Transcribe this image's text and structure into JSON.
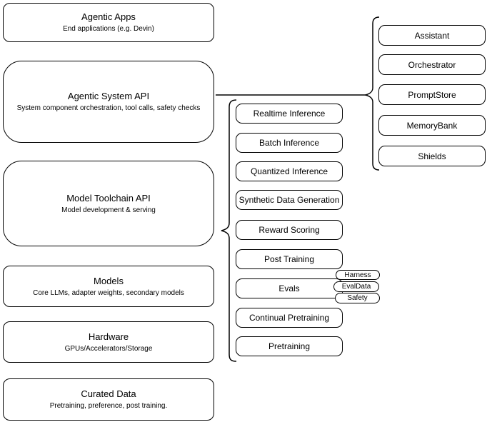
{
  "diagram": {
    "colors": {
      "stroke": "#000000",
      "background": "#ffffff",
      "text": "#000000"
    },
    "left_stack": [
      {
        "title": "Agentic Apps",
        "subtitle": "End applications (e.g. Devin)"
      },
      {
        "title": "Agentic System API",
        "subtitle": "System component orchestration, tool calls, safety checks"
      },
      {
        "title": "Model Toolchain API",
        "subtitle": "Model development & serving"
      },
      {
        "title": "Models",
        "subtitle": "Core LLMs, adapter weights, secondary models"
      },
      {
        "title": "Hardware",
        "subtitle": "GPUs/Accelerators/Storage"
      },
      {
        "title": "Curated Data",
        "subtitle": "Pretraining, preference, post training."
      }
    ],
    "toolchain_items": [
      "Realtime Inference",
      "Batch Inference",
      "Quantized Inference",
      "Synthetic Data Generation",
      "Reward Scoring",
      "Post Training",
      "Evals",
      "Continual Pretraining",
      "Pretraining"
    ],
    "eval_tags": [
      "Harness",
      "EvalData",
      "Safety"
    ],
    "system_components": [
      "Assistant",
      "Orchestrator",
      "PromptStore",
      "MemoryBank",
      "Shields"
    ]
  }
}
